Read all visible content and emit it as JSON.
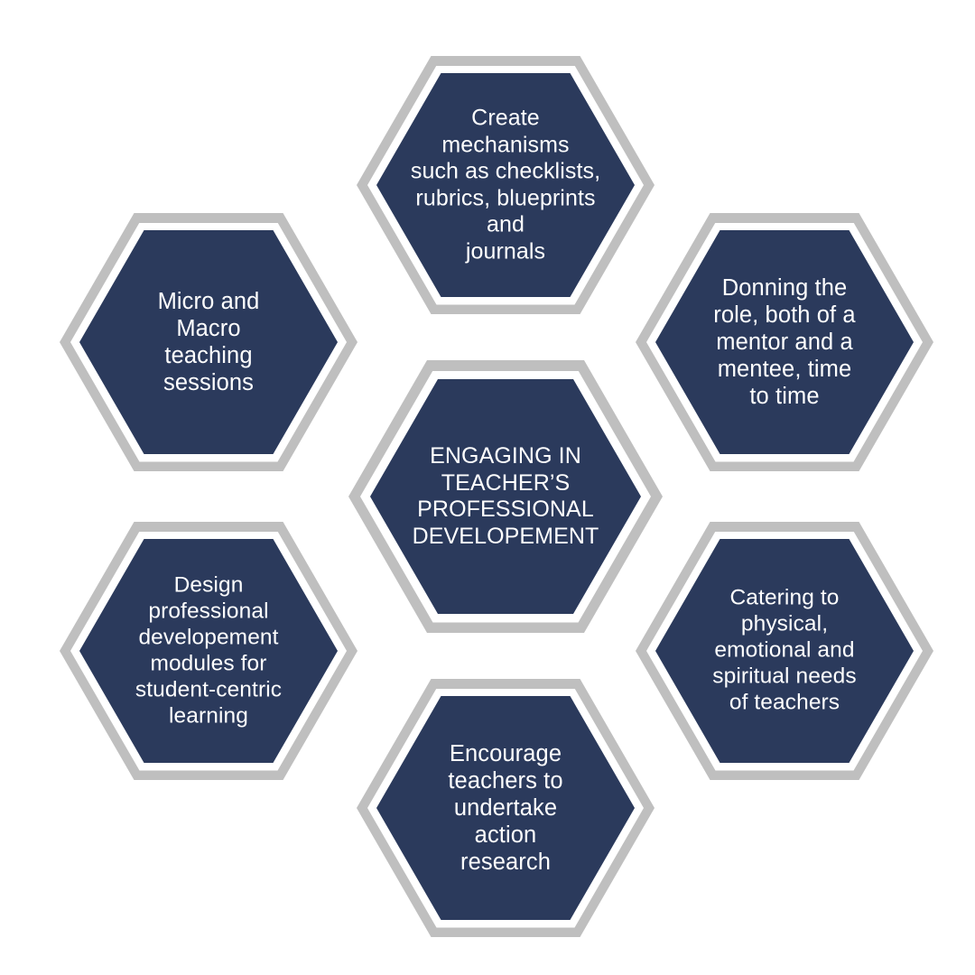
{
  "diagram": {
    "kind": "hexagon-cluster-diagram",
    "title": "ENGAGING IN TEACHER’S PROFESSIONAL DEVELOPEMENT",
    "colors": {
      "hexagon_fill": "#2b3a5c",
      "hexagon_outline": "#bfbfbf",
      "hexagon_gap": "#ffffff",
      "label_text": "#ffffff",
      "background": "#ffffff"
    },
    "center": {
      "key": "center",
      "label": "ENGAGING IN\nTEACHER’S\nPROFESSIONAL\nDEVELOPEMENT",
      "position": "center"
    },
    "nodes": [
      {
        "key": "top",
        "label": "Create\nmechanisms\nsuch as checklists,\nrubrics, blueprints\nand\njournals",
        "position": "top-center"
      },
      {
        "key": "left-upper",
        "label": "Micro and\nMacro\nteaching\nsessions",
        "position": "upper-left"
      },
      {
        "key": "right-upper",
        "label": "Donning the\nrole, both of a\nmentor and a\nmentee, time\nto time",
        "position": "upper-right"
      },
      {
        "key": "left-lower",
        "label": "Design\nprofessional\ndevelopement\nmodules for\nstudent-centric\nlearning",
        "position": "lower-left"
      },
      {
        "key": "right-lower",
        "label": "Catering to\nphysical,\nemotional and\nspiritual needs\nof teachers",
        "position": "lower-right"
      },
      {
        "key": "bottom",
        "label": "Encourage\nteachers to\nundertake\naction\nresearch",
        "position": "bottom-center"
      }
    ]
  }
}
